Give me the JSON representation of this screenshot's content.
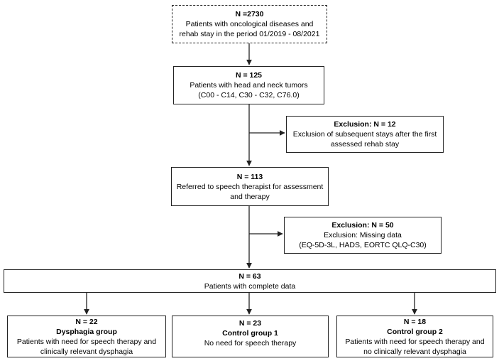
{
  "total": {
    "n": "N =2730",
    "lines": [
      "Patients with oncological diseases and",
      "rehab stay in the period 01/2019 - 08/2021"
    ]
  },
  "head_neck": {
    "n": "N = 125",
    "lines": [
      "Patients with head and neck tumors",
      "(C00 - C14, C30 - C32, C76.0)"
    ]
  },
  "exclusion1": {
    "label": "Exclusion:",
    "n": "N = 12",
    "lines": [
      "Exclusion of subsequent stays after the first",
      "assessed rehab stay"
    ]
  },
  "referred": {
    "n": "N = 113",
    "lines": [
      "Referred to speech therapist for assessment",
      "and therapy"
    ]
  },
  "exclusion2": {
    "label": "Exclusion:",
    "n": "N = 50",
    "lines": [
      "Exclusion: Missing data",
      "(EQ-5D-3L, HADS, EORTC QLQ-C30)"
    ]
  },
  "complete": {
    "n": "N = 63",
    "lines": [
      "Patients with complete data"
    ]
  },
  "dysphagia": {
    "n": "N = 22",
    "group": "Dysphagia group",
    "lines": [
      "Patients with need for speech therapy and",
      "clinically relevant dysphagia"
    ]
  },
  "control1": {
    "n": "N = 23",
    "group": "Control group 1",
    "lines": [
      "No need for speech therapy"
    ]
  },
  "control2": {
    "n": "N = 18",
    "group": "Control group 2",
    "lines": [
      "Patients with need for speech therapy and",
      "no clinically relevant dysphagia"
    ]
  }
}
